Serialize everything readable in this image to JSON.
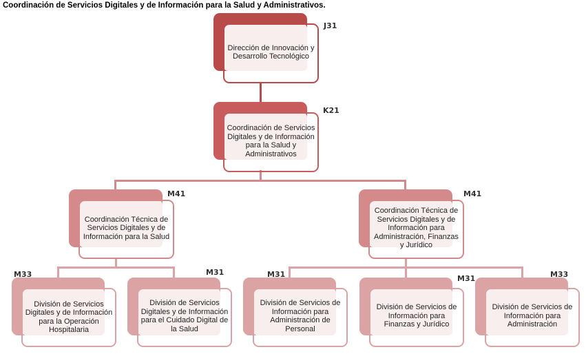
{
  "title": "Coordinación de Servicios Digitales y de Información para la Salud y Administrativos.",
  "colors": {
    "level1": "#b84a4a",
    "level2": "#c85c5c",
    "level3": "#d48a8a",
    "level4": "#dba3a3",
    "fill": "#f8eeee"
  },
  "nodes": {
    "j31": {
      "code": "J31",
      "label": "Dirección de Innovación y Desarrollo Tecnológico"
    },
    "k21": {
      "code": "K21",
      "label": "Coordinación de Servicios Digitales y de Información para la Salud y Administrativos"
    },
    "m41_left": {
      "code": "M41",
      "label": "Coordinación Técnica de Servicios Digitales y de Información para la Salud"
    },
    "m41_right": {
      "code": "M41",
      "label": "Coordinación Técnica de Servicios Digitales y de Información para Administración, Finanzas y Jurídico"
    },
    "m33_hosp": {
      "code": "M33",
      "label": "División de Servicios Digitales y de Información para la Operación Hospitalaria"
    },
    "m31_cuidado": {
      "code": "M31",
      "label": "División de Servicios Digitales y de Información para el Cuidado Digital de la Salud"
    },
    "m31_personal": {
      "code": "M31",
      "label": "División de Servicios de Información para Administración de Personal"
    },
    "m31_finanzas": {
      "code": "M31",
      "label": "División de Servicios de Información para Finanzas y Jurídico"
    },
    "m33_admin": {
      "code": "M33",
      "label": "División de Servicios de Información para Administración"
    }
  }
}
